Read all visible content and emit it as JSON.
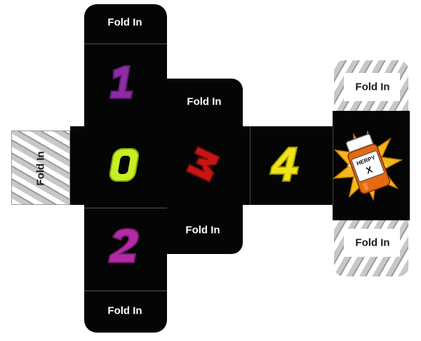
{
  "tabs": {
    "top": "Fold In",
    "bottom": "Fold In",
    "left": "Fold In",
    "inner_upper": "Fold In",
    "inner_lower": "Fold In",
    "right_upper": "Fold In",
    "right_lower": "Fold In"
  },
  "faces": {
    "one": {
      "glyph": "1",
      "color": "#8e2ba6"
    },
    "zero": {
      "glyph": "0",
      "color": "#c8ef22"
    },
    "two": {
      "glyph": "2",
      "color": "#b42aa6"
    },
    "three": {
      "glyph": "3",
      "color": "#c91414"
    },
    "four": {
      "glyph": "4",
      "color": "#f0e417"
    },
    "bottle": {
      "label_top": "HERPY",
      "label_mark": "X",
      "cap_color": "#ffffff",
      "body_color": "#e56a12",
      "burst_color": "#f6b71b"
    }
  }
}
